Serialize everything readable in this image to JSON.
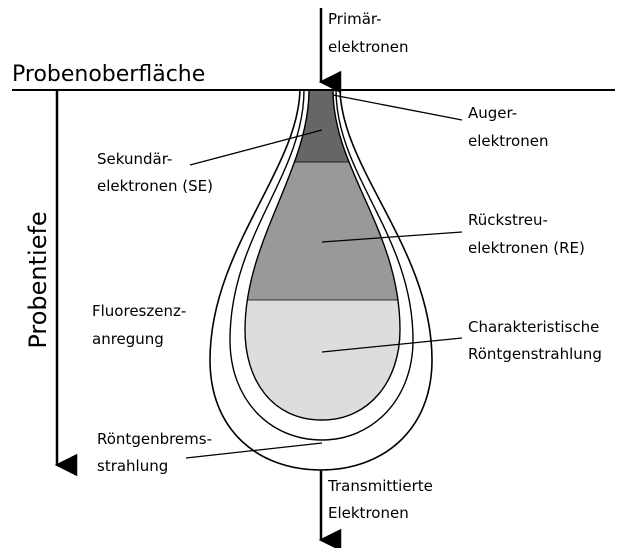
{
  "title": "Probenoberfläche",
  "depth_axis_label": "Probentiefe",
  "labels": {
    "primary_line1": "Primär-",
    "primary_line2": "elektronen",
    "auger_line1": "Auger-",
    "auger_line2": "elektronen",
    "secondary_line1": "Sekundär-",
    "secondary_line2": "elektronen (SE)",
    "backscatter_line1": "Rückstreu-",
    "backscatter_line2": "elektronen (RE)",
    "fluorescence_line1": "Fluoreszenz-",
    "fluorescence_line2": "anregung",
    "characteristic_line1": "Charakteristische",
    "characteristic_line2": "Röntgenstrahlung",
    "bremsstrahlung_line1": "Röntgenbrems-",
    "bremsstrahlung_line2": "strahlung",
    "transmitted_line1": "Transmittierte",
    "transmitted_line2": "Elektronen"
  },
  "colors": {
    "secondary_zone": "#666666",
    "backscatter_zone": "#999999",
    "characteristic_zone": "#dddddd",
    "outline": "#000000"
  }
}
